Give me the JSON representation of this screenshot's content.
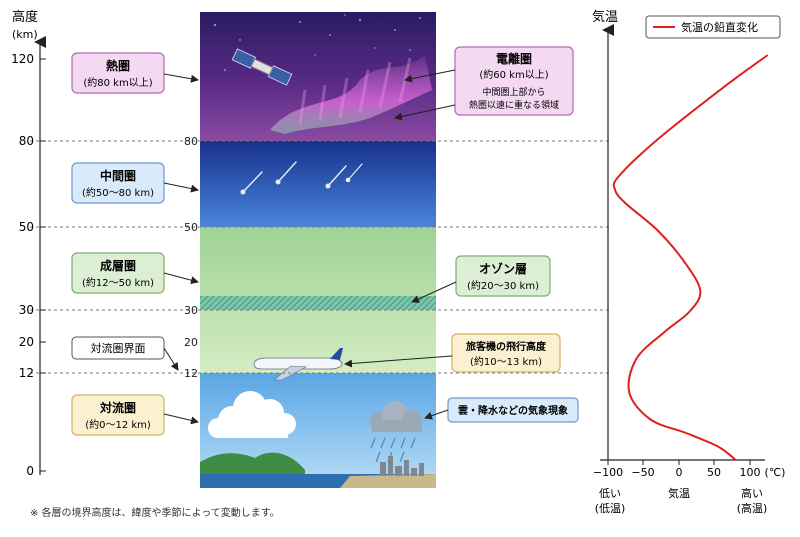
{
  "left_axis": {
    "title": "高度",
    "unit": "(km)",
    "ticks": [
      "120",
      "80",
      "50",
      "30",
      "20",
      "12",
      "0"
    ]
  },
  "center_labels": [
    "80",
    "50",
    "30",
    "20",
    "12"
  ],
  "layers": {
    "thermosphere": {
      "name": "熱圏",
      "range": "(約80 km以上)",
      "color": "#f3d9f1",
      "border": "#b26bb0"
    },
    "mesosphere": {
      "name": "中間圏",
      "range": "(約50～80 km)",
      "color": "#d9ebfb",
      "border": "#6a9ad0"
    },
    "stratosphere": {
      "name": "成層圏",
      "range": "(約12～50 km)",
      "color": "#dcefd5",
      "border": "#7fae70"
    },
    "tropopause": {
      "name": "対流圏界面"
    },
    "troposphere": {
      "name": "対流圏",
      "range": "(約0～12 km)",
      "color": "#fbf0d0",
      "border": "#d2b262"
    }
  },
  "callouts": {
    "ionosphere": {
      "title": "電離圏",
      "range": "(約60 km以上)",
      "note_line1": "中間圏上部から",
      "note_line2": "熱圏以遠に重なる領域"
    },
    "ozone": {
      "title": "オゾン層",
      "range": "(約20～30 km)"
    },
    "aircraft": {
      "title": "旅客機の飛行高度",
      "range": "(約10～13 km)"
    },
    "weather": {
      "title": "雲・降水などの気象現象"
    }
  },
  "right_chart": {
    "axis_title": "気温",
    "legend": "気温の鉛直変化",
    "x_ticks": [
      "−100",
      "−50",
      "0",
      "50",
      "100",
      "(℃)"
    ],
    "low_label": "低い",
    "low_sub": "(低温)",
    "mid_label": "気温",
    "high_label": "高い",
    "high_sub": "(高温)"
  },
  "chart_data": {
    "type": "line",
    "title": "",
    "xlabel": "気温",
    "ylabel": "高度 (km)",
    "xlim": [
      -100,
      120
    ],
    "ylim": [
      0,
      120
    ],
    "series": [
      {
        "name": "気温の鉛直変化",
        "color": "#e02020",
        "points": [
          {
            "x": 80,
            "y": 0
          },
          {
            "x": 55,
            "y": 4
          },
          {
            "x": 10,
            "y": 8
          },
          {
            "x": -40,
            "y": 12
          },
          {
            "x": -70,
            "y": 20
          },
          {
            "x": -60,
            "y": 30
          },
          {
            "x": -20,
            "y": 38
          },
          {
            "x": 15,
            "y": 44
          },
          {
            "x": 30,
            "y": 50
          },
          {
            "x": 10,
            "y": 58
          },
          {
            "x": -30,
            "y": 68
          },
          {
            "x": -75,
            "y": 76
          },
          {
            "x": -90,
            "y": 80
          },
          {
            "x": -85,
            "y": 84
          },
          {
            "x": -30,
            "y": 95
          },
          {
            "x": 60,
            "y": 110
          },
          {
            "x": 125,
            "y": 120
          }
        ]
      }
    ]
  },
  "footnote": "※ 各層の境界高度は、緯度や季節によって変動します。",
  "colors": {
    "thermo_top": "#2a1c63",
    "thermo_bottom": "#8a3d9a",
    "aurora": "#e66de0",
    "meso_top": "#1b3b9c",
    "meso_bottom": "#3b76d4",
    "strato": "#a6d79a",
    "ozone": "#5fb8a0",
    "tropo_top": "#d8ecf4",
    "sky": "#6aaee6",
    "curve": "#e02020"
  }
}
